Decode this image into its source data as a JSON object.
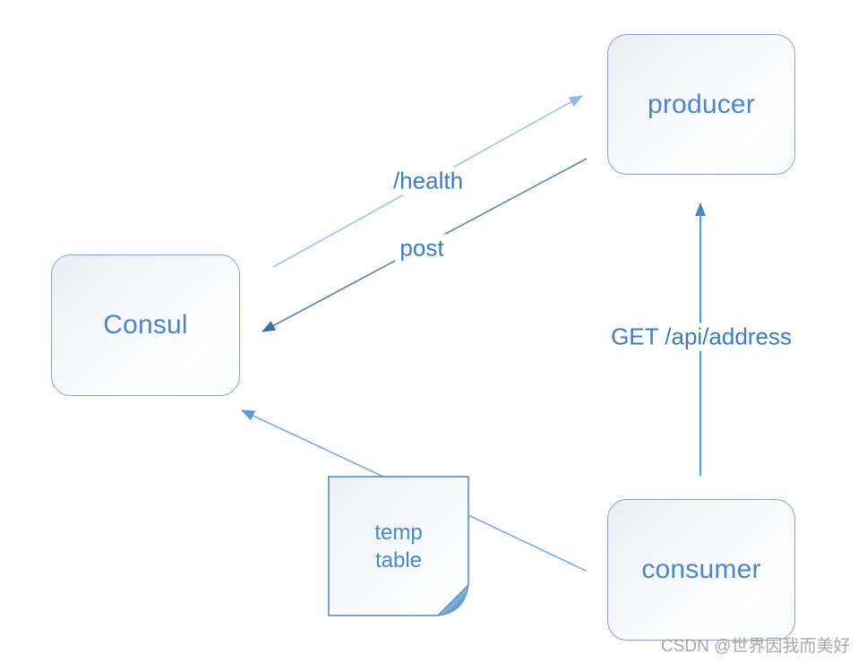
{
  "diagram": {
    "nodes": {
      "producer": {
        "label": "producer"
      },
      "consul": {
        "label": "Consul"
      },
      "consumer": {
        "label": "consumer"
      },
      "note": {
        "label": "temp\ntable"
      }
    },
    "edges": {
      "health": {
        "label": "/health",
        "from": "Consul",
        "to": "producer",
        "style": "thin-light-arrow"
      },
      "post": {
        "label": "post",
        "from": "producer",
        "to": "Consul",
        "style": "thin-dark-arrow"
      },
      "get_address": {
        "label": "GET /api/address",
        "from": "consumer",
        "to": "producer",
        "style": "vertical-arrow"
      },
      "note_to_consul": {
        "from": "temp table",
        "to": "Consul",
        "style": "thin-light-arrow"
      },
      "consumer_to_note": {
        "from": "consumer",
        "to": "temp table",
        "style": "plain-line"
      }
    },
    "colors": {
      "node_border": "#7ba7d7",
      "node_text": "#4a87c7",
      "edge_label_text": "#3f7cba",
      "edge_light": "#9dc3e6",
      "edge_dark": "#5b84ad",
      "edge_mid": "#5b9bd5",
      "note_border": "#4a86c6",
      "note_fold_dark": "#2e75b6",
      "watermark_gray": "#9e9e9e"
    }
  },
  "watermark": {
    "text": "CSDN @世界因我而美好"
  }
}
